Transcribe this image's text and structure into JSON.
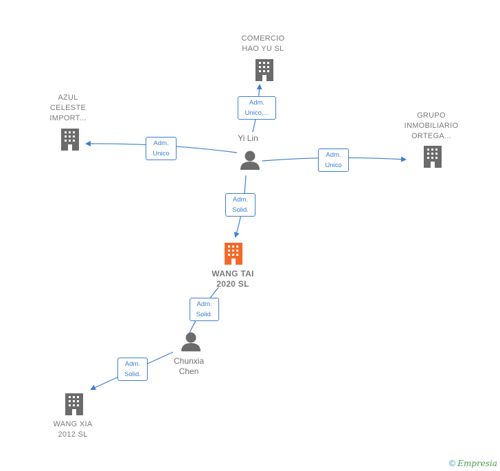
{
  "companies": {
    "comercio": {
      "label": "COMERCIO\nHAO YU  SL"
    },
    "azul": {
      "label": "AZUL\nCELESTE\nIMPORT..."
    },
    "grupo": {
      "label": "GRUPO\nINMOBILIARIO\nORTEGA..."
    },
    "wangtai": {
      "label": "WANG TAI\n2020  SL"
    },
    "wangxia": {
      "label": "WANG XIA\n2012 SL"
    }
  },
  "persons": {
    "yilin": {
      "label": "Yi Lin"
    },
    "chunxia": {
      "label": "Chunxia\nChen"
    }
  },
  "relations": {
    "yilin_comercio": "Adm.\nUnico,...",
    "yilin_azul": "Adm.\nUnico",
    "yilin_grupo": "Adm.\nUnico",
    "yilin_wangtai": "Adm.\nSolid.",
    "chunxia_wangtai": "Adm.\nSolid.",
    "chunxia_wangxia": "Adm.\nSolid."
  },
  "colors": {
    "edge": "#3b7fd0",
    "building": "#6b6b6b",
    "focus_building": "#f26a2a",
    "person": "#6b6b6b"
  },
  "footer": {
    "copyright": "©",
    "brand": "Empresia"
  }
}
